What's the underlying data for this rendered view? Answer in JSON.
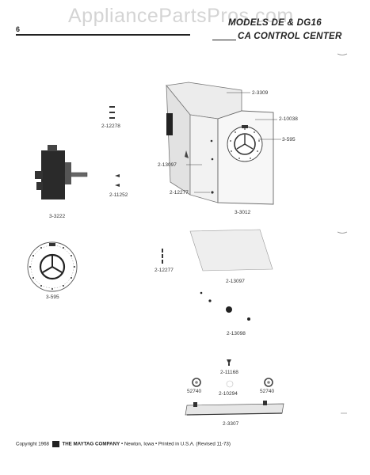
{
  "header": {
    "watermark": "AppliancePartsPros.com",
    "page_number": "6",
    "models_title": "MODELS DE & DG16",
    "section_title": "CA CONTROL CENTER"
  },
  "parts": {
    "p_2_3309": "2-3309",
    "p_2_10038": "2-10038",
    "p_3_595_top": "3-595",
    "p_2_13097_top": "2-13097",
    "p_2_12277_top": "2-12277",
    "p_3_3012": "3-3012",
    "p_2_12278": "2-12278",
    "p_2_11252": "2-11252",
    "p_3_3222": "3-3222",
    "p_3_595_bottom": "3-595",
    "p_2_12277_bottom": "2-12277",
    "p_2_13097_bottom": "2-13097",
    "p_2_13098": "2-13098",
    "p_2_11168": "2-11168",
    "p_52740_left": "52740",
    "p_52740_right": "52740",
    "p_2_10294": "2-10294",
    "p_2_3307": "2-3307"
  },
  "footer": {
    "copyright": "Copyright 1968",
    "company": "THE MAYTAG COMPANY",
    "location": "• Newton, Iowa • Printed in U.S.A. (Revised 11-73)"
  }
}
